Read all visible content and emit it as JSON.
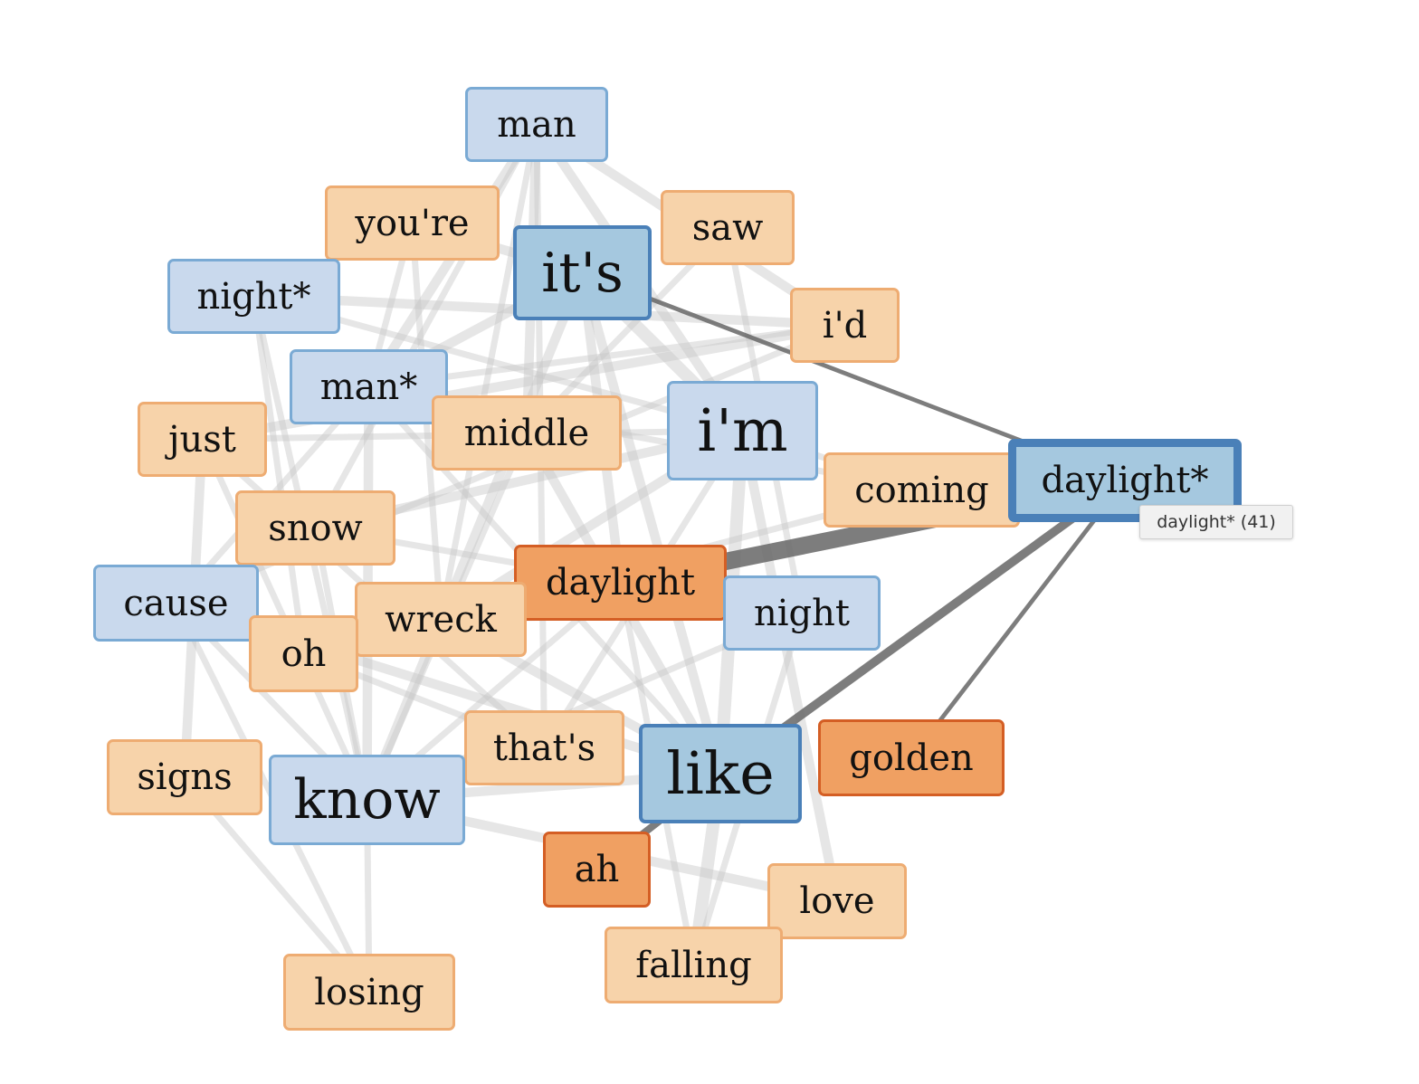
{
  "palette": {
    "edge_default": "#c8c8c8",
    "edge_highlight": "#666666",
    "blue_light_fill": "#c9d9ed",
    "blue_light_border": "#7aaad4",
    "blue_mid_fill": "#a5c8df",
    "blue_mid_border": "#4a80b8",
    "orange_light_fill": "#f7d3aa",
    "orange_light_border": "#eeac72",
    "orange_dark_fill": "#f0a062",
    "orange_dark_border": "#d45e24"
  },
  "nodes": [
    {
      "id": "man",
      "label": "man",
      "color": "blue-light"
    },
    {
      "id": "youre",
      "label": "you're",
      "color": "orange-light"
    },
    {
      "id": "saw",
      "label": "saw",
      "color": "orange-light"
    },
    {
      "id": "its",
      "label": "it's",
      "color": "blue-mid"
    },
    {
      "id": "night_star",
      "label": "night*",
      "color": "blue-light"
    },
    {
      "id": "id",
      "label": "i'd",
      "color": "orange-light"
    },
    {
      "id": "man_star",
      "label": "man*",
      "color": "blue-light"
    },
    {
      "id": "just",
      "label": "just",
      "color": "orange-light"
    },
    {
      "id": "middle",
      "label": "middle",
      "color": "orange-light"
    },
    {
      "id": "im",
      "label": "i'm",
      "color": "blue-light"
    },
    {
      "id": "coming",
      "label": "coming",
      "color": "orange-light"
    },
    {
      "id": "daylight_star",
      "label": "daylight*",
      "color": "blue-mid",
      "selected": true
    },
    {
      "id": "snow",
      "label": "snow",
      "color": "orange-light"
    },
    {
      "id": "cause",
      "label": "cause",
      "color": "blue-light"
    },
    {
      "id": "daylight",
      "label": "daylight",
      "color": "orange-dark"
    },
    {
      "id": "wreck",
      "label": "wreck",
      "color": "orange-light"
    },
    {
      "id": "night",
      "label": "night",
      "color": "blue-light"
    },
    {
      "id": "oh",
      "label": "oh",
      "color": "orange-light"
    },
    {
      "id": "thats",
      "label": "that's",
      "color": "orange-light"
    },
    {
      "id": "like",
      "label": "like",
      "color": "blue-mid"
    },
    {
      "id": "golden",
      "label": "golden",
      "color": "orange-dark"
    },
    {
      "id": "signs",
      "label": "signs",
      "color": "orange-light"
    },
    {
      "id": "know",
      "label": "know",
      "color": "blue-light"
    },
    {
      "id": "ah",
      "label": "ah",
      "color": "orange-dark"
    },
    {
      "id": "love",
      "label": "love",
      "color": "orange-light"
    },
    {
      "id": "falling",
      "label": "falling",
      "color": "orange-light"
    },
    {
      "id": "losing",
      "label": "losing",
      "color": "orange-light"
    }
  ],
  "edges": [
    {
      "source": "daylight_star",
      "target": "its",
      "weight": 3,
      "highlight": true
    },
    {
      "source": "daylight_star",
      "target": "like",
      "weight": 6,
      "highlight": true
    },
    {
      "source": "daylight_star",
      "target": "golden",
      "weight": 3,
      "highlight": true
    },
    {
      "source": "daylight_star",
      "target": "daylight",
      "weight": 12,
      "highlight": true
    },
    {
      "source": "like",
      "target": "ah",
      "weight": 5,
      "highlight": true
    },
    {
      "source": "man",
      "target": "middle",
      "weight": 3
    },
    {
      "source": "man",
      "target": "im",
      "weight": 3
    },
    {
      "source": "man",
      "target": "id",
      "weight": 3
    },
    {
      "source": "man",
      "target": "man_star",
      "weight": 3
    },
    {
      "source": "man",
      "target": "snow",
      "weight": 2
    },
    {
      "source": "man",
      "target": "thats",
      "weight": 2
    },
    {
      "source": "man",
      "target": "wreck",
      "weight": 2
    },
    {
      "source": "youre",
      "target": "its",
      "weight": 3
    },
    {
      "source": "youre",
      "target": "man_star",
      "weight": 2
    },
    {
      "source": "youre",
      "target": "wreck",
      "weight": 2
    },
    {
      "source": "saw",
      "target": "night",
      "weight": 2
    },
    {
      "source": "saw",
      "target": "middle",
      "weight": 2
    },
    {
      "source": "its",
      "target": "im",
      "weight": 4
    },
    {
      "source": "its",
      "target": "daylight",
      "weight": 3
    },
    {
      "source": "its",
      "target": "know",
      "weight": 3
    },
    {
      "source": "its",
      "target": "man_star",
      "weight": 3
    },
    {
      "source": "its",
      "target": "like",
      "weight": 3
    },
    {
      "source": "night_star",
      "target": "id",
      "weight": 3
    },
    {
      "source": "night_star",
      "target": "im",
      "weight": 2
    },
    {
      "source": "night_star",
      "target": "know",
      "weight": 2
    },
    {
      "source": "night_star",
      "target": "oh",
      "weight": 2
    },
    {
      "source": "id",
      "target": "just",
      "weight": 3
    },
    {
      "source": "id",
      "target": "man_star",
      "weight": 2
    },
    {
      "source": "id",
      "target": "cause",
      "weight": 2
    },
    {
      "source": "man_star",
      "target": "know",
      "weight": 3
    },
    {
      "source": "man_star",
      "target": "like",
      "weight": 2
    },
    {
      "source": "man_star",
      "target": "cause",
      "weight": 2
    },
    {
      "source": "man_star",
      "target": "coming",
      "weight": 2
    },
    {
      "source": "just",
      "target": "im",
      "weight": 2
    },
    {
      "source": "just",
      "target": "signs",
      "weight": 3
    },
    {
      "source": "just",
      "target": "know",
      "weight": 2
    },
    {
      "source": "just",
      "target": "thats",
      "weight": 2
    },
    {
      "source": "middle",
      "target": "like",
      "weight": 3
    },
    {
      "source": "middle",
      "target": "know",
      "weight": 2
    },
    {
      "source": "im",
      "target": "like",
      "weight": 4
    },
    {
      "source": "im",
      "target": "love",
      "weight": 3
    },
    {
      "source": "im",
      "target": "wreck",
      "weight": 3
    },
    {
      "source": "im",
      "target": "snow",
      "weight": 3
    },
    {
      "source": "im",
      "target": "coming",
      "weight": 2
    },
    {
      "source": "im",
      "target": "thats",
      "weight": 2
    },
    {
      "source": "snow",
      "target": "know",
      "weight": 2
    },
    {
      "source": "snow",
      "target": "night",
      "weight": 2
    },
    {
      "source": "cause",
      "target": "know",
      "weight": 2
    },
    {
      "source": "cause",
      "target": "like",
      "weight": 3
    },
    {
      "source": "cause",
      "target": "losing",
      "weight": 2
    },
    {
      "source": "wreck",
      "target": "like",
      "weight": 3
    },
    {
      "source": "wreck",
      "target": "night",
      "weight": 2
    },
    {
      "source": "night",
      "target": "know",
      "weight": 2
    },
    {
      "source": "night",
      "target": "falling",
      "weight": 2
    },
    {
      "source": "oh",
      "target": "thats",
      "weight": 2
    },
    {
      "source": "oh",
      "target": "coming",
      "weight": 2
    },
    {
      "source": "thats",
      "target": "know",
      "weight": 2
    },
    {
      "source": "like",
      "target": "know",
      "weight": 3
    },
    {
      "source": "like",
      "target": "falling",
      "weight": 4
    },
    {
      "source": "know",
      "target": "love",
      "weight": 3
    },
    {
      "source": "know",
      "target": "losing",
      "weight": 2
    },
    {
      "source": "signs",
      "target": "losing",
      "weight": 2
    },
    {
      "source": "daylight",
      "target": "falling",
      "weight": 2
    },
    {
      "source": "daylight",
      "target": "know",
      "weight": 2
    }
  ],
  "tooltip": {
    "text": "daylight* (41)"
  }
}
